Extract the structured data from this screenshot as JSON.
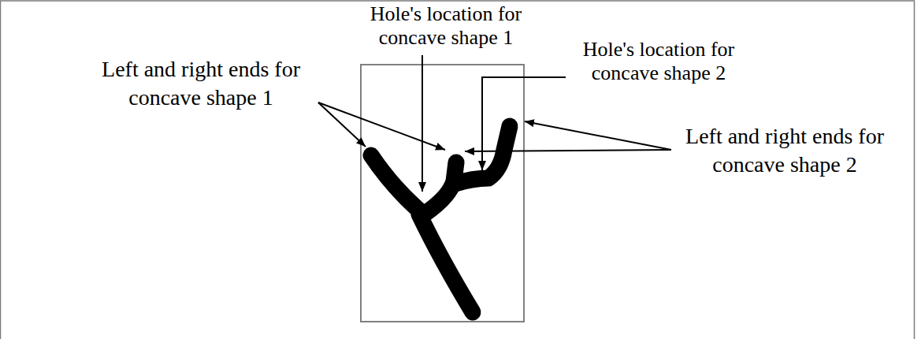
{
  "diagram": {
    "labels": [
      "Hole's location for concave shape 1",
      "Hole's location for concave shape 2",
      "Left and right ends for concave shape 1",
      "Left and right ends for concave shape 2"
    ]
  }
}
